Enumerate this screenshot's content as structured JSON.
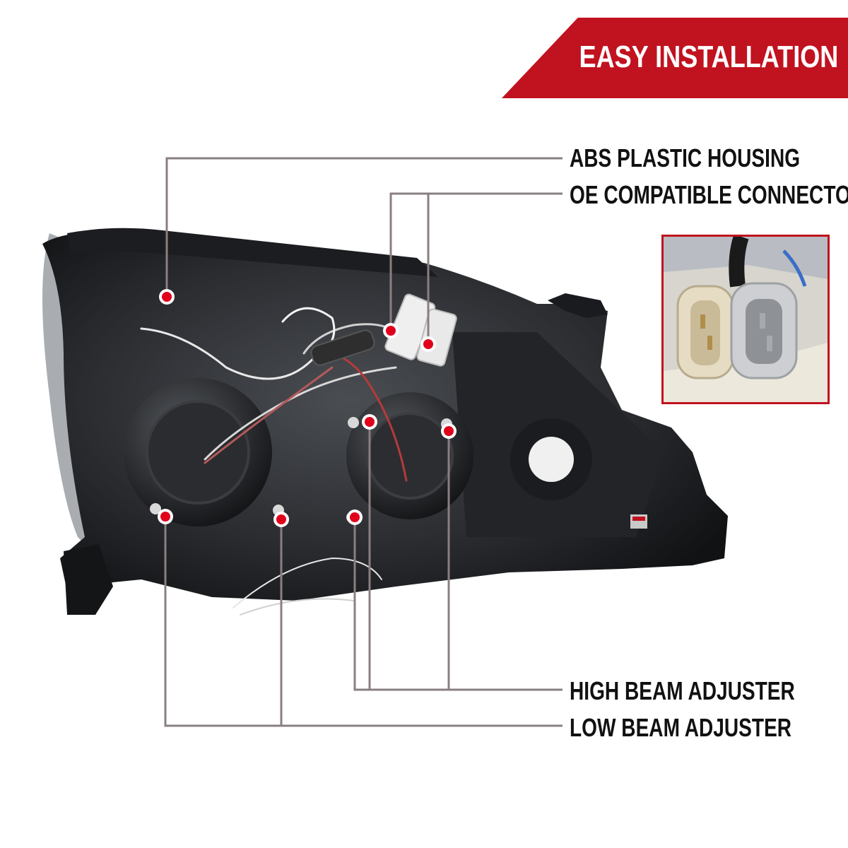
{
  "banner": {
    "text": "EASY INSTALLATION"
  },
  "callouts": [
    {
      "label": "ABS PLASTIC HOUSING"
    },
    {
      "label": "OE COMPATIBLE CONNECTORS"
    },
    {
      "label": "HIGH BEAM ADJUSTER"
    },
    {
      "label": "LOW BEAM ADJUSTER"
    }
  ],
  "colors": {
    "accent": "#c1121f",
    "marker_dot": "#e0001b",
    "leader_line": "#8a7f80"
  },
  "icons": {
    "headlight": "headlight-rear-view-illustration",
    "connector": "connector-closeup-inset"
  }
}
